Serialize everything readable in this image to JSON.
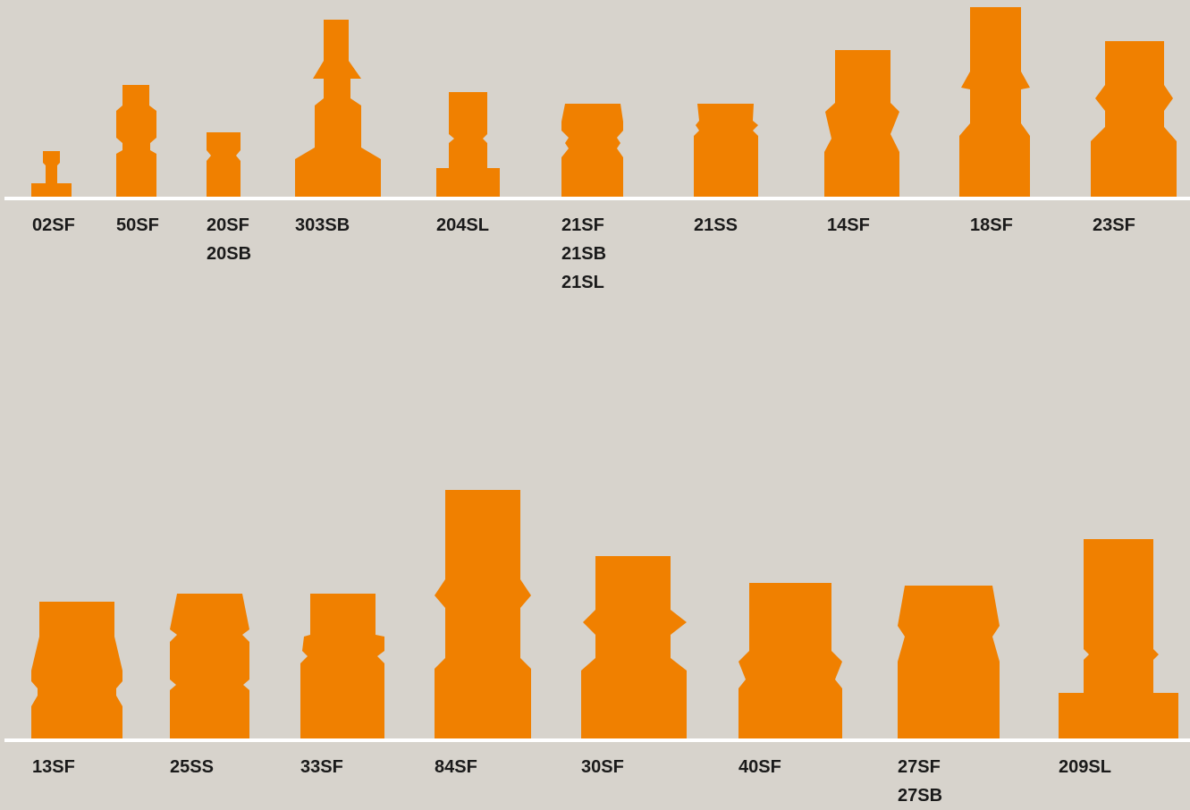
{
  "colors": {
    "background": "#d7d3cc",
    "profile": "#f08000",
    "baseline": "#ffffff",
    "text": "#1a1a1a"
  },
  "rows": [
    {
      "items": [
        {
          "id": "02sf",
          "labels": [
            "02SF"
          ],
          "shape": "tiny-stem"
        },
        {
          "id": "50sf",
          "labels": [
            "50SF"
          ],
          "shape": "notched-chamfer"
        },
        {
          "id": "20sf",
          "labels": [
            "20SF",
            "20SB"
          ],
          "shape": "round-notch"
        },
        {
          "id": "303sb",
          "labels": [
            "303SB"
          ],
          "shape": "tall-stepped-cone"
        },
        {
          "id": "204sl",
          "labels": [
            "204SL"
          ],
          "shape": "flanged-stem"
        },
        {
          "id": "21sf",
          "labels": [
            "21SF",
            "21SB",
            "21SL"
          ],
          "shape": "round-notch-chamfer"
        },
        {
          "id": "21ss",
          "labels": [
            "21SS"
          ],
          "shape": "small-round-notch"
        },
        {
          "id": "14sf",
          "labels": [
            "14SF"
          ],
          "shape": "v-groove"
        },
        {
          "id": "18sf",
          "labels": [
            "18SF"
          ],
          "shape": "stepped-collar"
        },
        {
          "id": "23sf",
          "labels": [
            "23SF"
          ],
          "shape": "double-chamfer"
        }
      ]
    },
    {
      "items": [
        {
          "id": "13sf",
          "labels": [
            "13SF"
          ],
          "shape": "tapered-top"
        },
        {
          "id": "25ss",
          "labels": [
            "25SS"
          ],
          "shape": "double-round-notch"
        },
        {
          "id": "33sf",
          "labels": [
            "33SF"
          ],
          "shape": "round-notch"
        },
        {
          "id": "84sf",
          "labels": [
            "84SF"
          ],
          "shape": "large-stepped-collar"
        },
        {
          "id": "30sf",
          "labels": [
            "30SF"
          ],
          "shape": "double-chamfer"
        },
        {
          "id": "40sf",
          "labels": [
            "40SF"
          ],
          "shape": "v-groove-round"
        },
        {
          "id": "27sf",
          "labels": [
            "27SF",
            "27SB"
          ],
          "shape": "side-round-notch"
        },
        {
          "id": "209sl",
          "labels": [
            "209SL"
          ],
          "shape": "flanged-tall"
        }
      ]
    }
  ]
}
